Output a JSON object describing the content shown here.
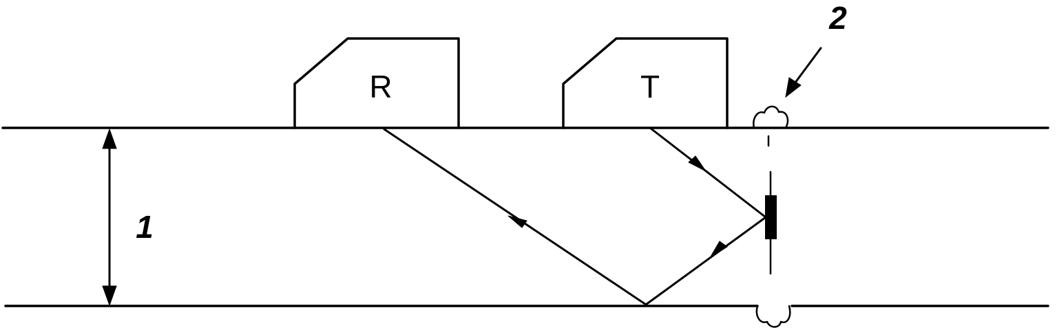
{
  "labels": {
    "receiver": "R",
    "transmitter": "T",
    "thickness_marker": "1",
    "defect_marker": "2"
  },
  "colors": {
    "ink": "#000000",
    "background": "#ffffff"
  }
}
